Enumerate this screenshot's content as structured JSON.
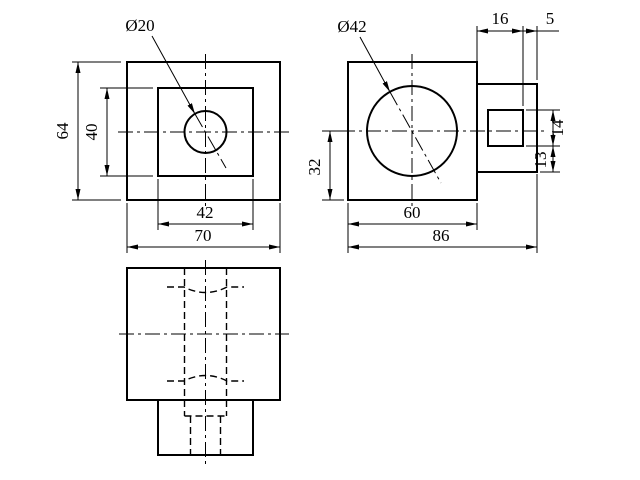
{
  "drawing": {
    "background_color": "#ffffff",
    "line_color": "#000000",
    "front_view": {
      "hole_label": "Ø20",
      "dim_outer_height": "64",
      "dim_boss_height": "40",
      "dim_boss_width": "42",
      "dim_outer_width": "70"
    },
    "side_view": {
      "hole_label": "Ø42",
      "dim_step_depth": "16",
      "dim_lip": "5",
      "dim_axis_height": "32",
      "dim_body_depth": "60",
      "dim_total_depth": "86",
      "dim_square_size": "14",
      "dim_square_offset": "13"
    }
  }
}
